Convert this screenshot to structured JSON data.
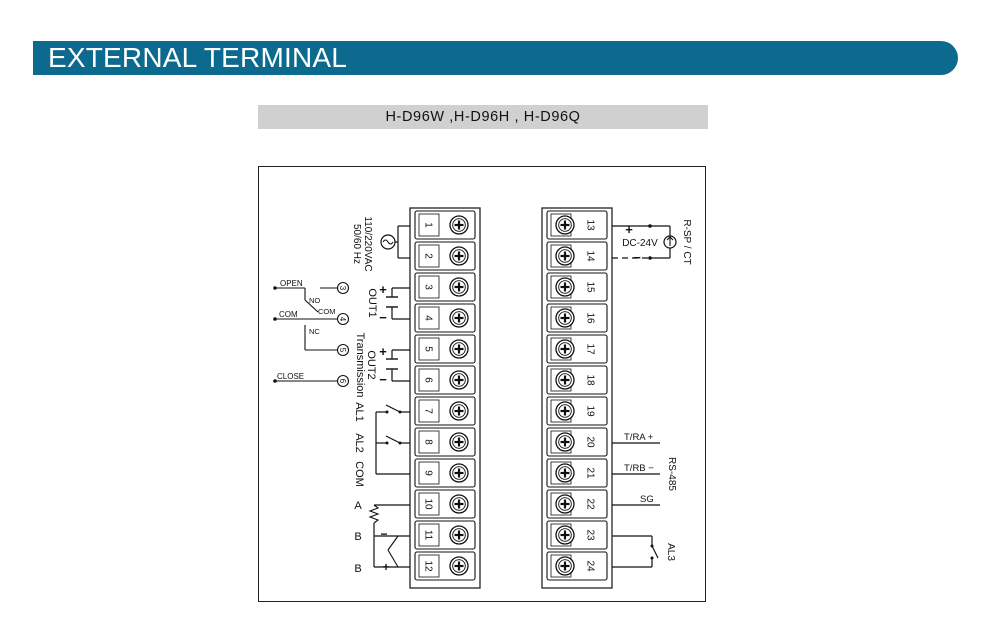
{
  "header": {
    "title": "EXTERNAL TERMINAL"
  },
  "model": {
    "label": "H-D96W ,H-D96H , H-D96Q"
  },
  "terminals": {
    "left": [
      "1",
      "2",
      "3",
      "4",
      "5",
      "6",
      "7",
      "8",
      "9",
      "10",
      "11",
      "12"
    ],
    "right": [
      "13",
      "14",
      "15",
      "16",
      "17",
      "18",
      "19",
      "20",
      "21",
      "22",
      "23",
      "24"
    ]
  },
  "labels": {
    "power_line1": "110/220VAC",
    "power_line2": "50/60 Hz",
    "out1": "OUT1",
    "out2": "OUT2",
    "transmission": "Transmission",
    "al1": "AL1",
    "al2": "AL2",
    "com": "COM",
    "sensor_a": "A",
    "sensor_b1": "B",
    "sensor_b2": "B",
    "plus": "+",
    "minus": "−",
    "rsp_ct": "R-SP / CT",
    "dc24v": "DC-24V",
    "tra": "T/RA +",
    "trb": "T/RB −",
    "rs485": "RS-485",
    "sg": "SG",
    "al3": "AL3"
  },
  "valve": {
    "open": "OPEN",
    "com": "COM",
    "close": "CLOSE",
    "no": "NO",
    "nc": "NC",
    "com_small": "COM",
    "n3": "3",
    "n4": "4",
    "n5": "5",
    "n6": "6"
  }
}
